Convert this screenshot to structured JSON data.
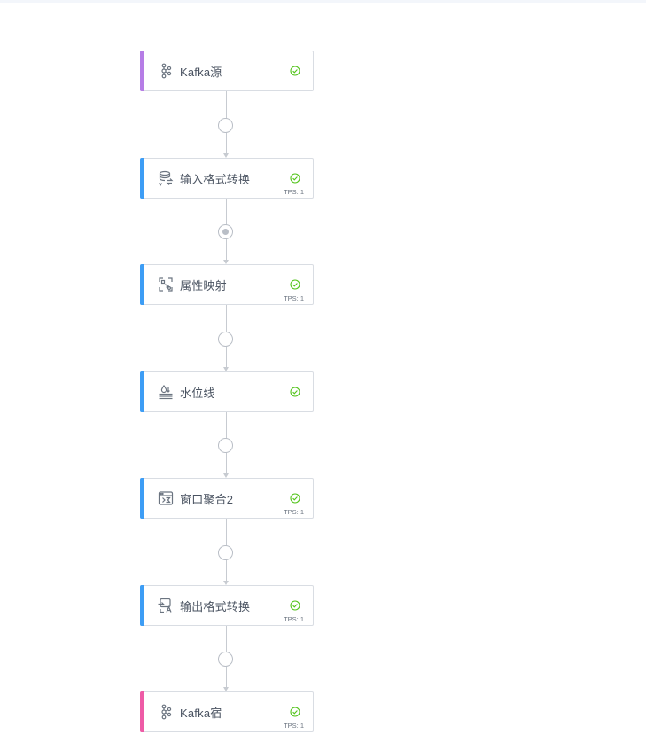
{
  "pipeline": {
    "nodes": [
      {
        "title": "Kafka源",
        "icon": "kafka-icon",
        "accent": "#b67de6",
        "status": "success-check-icon",
        "tps": ""
      },
      {
        "title": "输入格式转换",
        "icon": "input-format-convert-icon",
        "accent": "#3d9df5",
        "status": "success-check-icon",
        "tps": "TPS: 1"
      },
      {
        "title": "属性映射",
        "icon": "attribute-mapping-icon",
        "accent": "#3d9df5",
        "status": "success-check-icon",
        "tps": "TPS: 1"
      },
      {
        "title": "水位线",
        "icon": "watermark-icon",
        "accent": "#3d9df5",
        "status": "success-check-icon",
        "tps": ""
      },
      {
        "title": "窗口聚合2",
        "icon": "window-aggregate-icon",
        "accent": "#3d9df5",
        "status": "success-check-icon",
        "tps": "TPS: 1"
      },
      {
        "title": "输出格式转换",
        "icon": "output-format-convert-icon",
        "accent": "#3d9df5",
        "status": "success-check-icon",
        "tps": "TPS: 1"
      },
      {
        "title": "Kafka宿",
        "icon": "kafka-icon",
        "accent": "#ee5ba6",
        "status": "success-check-icon",
        "tps": "TPS: 1"
      }
    ],
    "edges": [
      {
        "from": "Kafka源",
        "to": "输入格式转换",
        "active": false
      },
      {
        "from": "输入格式转换",
        "to": "属性映射",
        "active": true
      },
      {
        "from": "属性映射",
        "to": "水位线",
        "active": false
      },
      {
        "from": "水位线",
        "to": "窗口聚合2",
        "active": false
      },
      {
        "from": "窗口聚合2",
        "to": "输出格式转换",
        "active": false
      },
      {
        "from": "输出格式转换",
        "to": "Kafka宿",
        "active": false
      }
    ],
    "colors": {
      "success": "#52c41a",
      "icon": "#6b7480",
      "edge": "#c7cbd1"
    }
  }
}
